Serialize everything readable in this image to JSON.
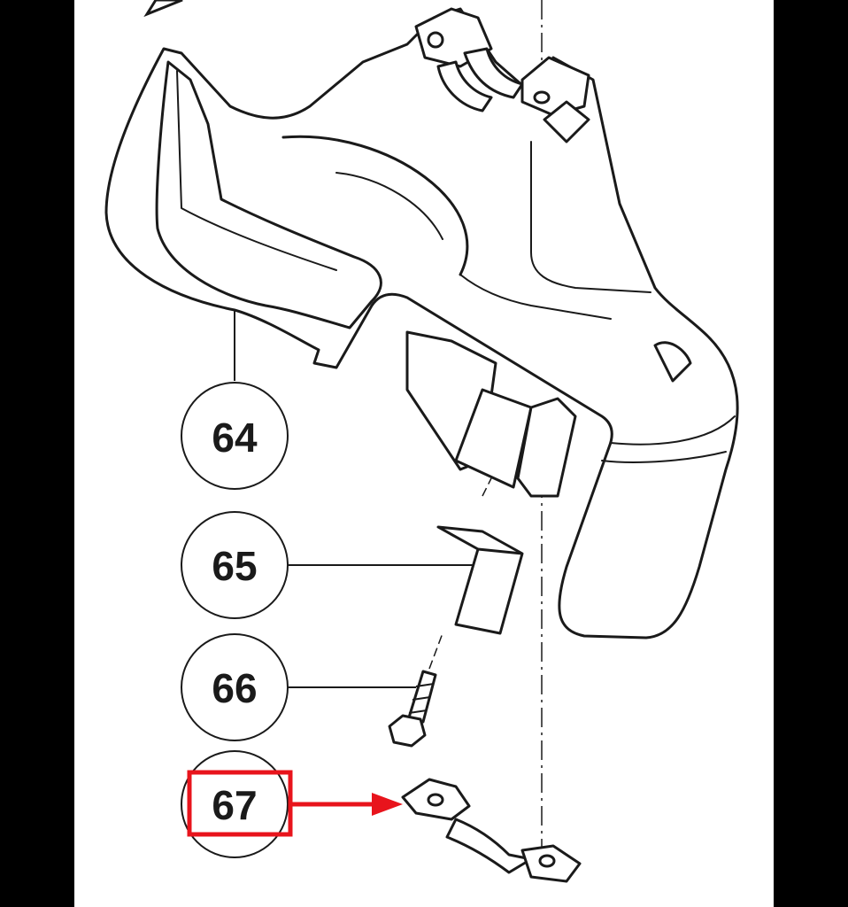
{
  "diagram": {
    "callouts": [
      {
        "label": "64"
      },
      {
        "label": "65"
      },
      {
        "label": "66"
      },
      {
        "label": "67"
      }
    ],
    "highlighted_callout": "67",
    "colors": {
      "background": "#000000",
      "paper": "#ffffff",
      "line": "#1a1a1a",
      "highlight": "#e8141c"
    }
  }
}
